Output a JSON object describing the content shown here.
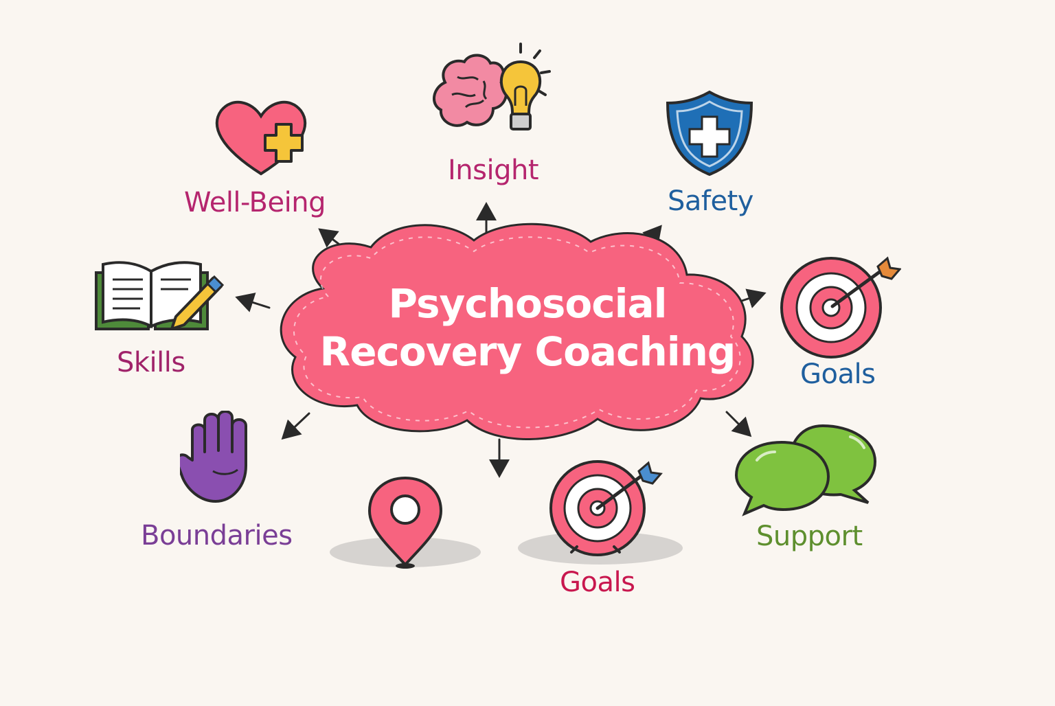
{
  "center": {
    "line1": "Psychosocial",
    "line2": "Recovery Coaching"
  },
  "nodes": [
    {
      "id": "well-being",
      "label": "Well-Being",
      "icon": "heart-plus-icon",
      "color": "#b5256e"
    },
    {
      "id": "insight",
      "label": "Insight",
      "icon": "brain-lightbulb-icon",
      "color": "#b5256e"
    },
    {
      "id": "safety",
      "label": "Safety",
      "icon": "shield-cross-icon",
      "color": "#1f5f9e"
    },
    {
      "id": "skills",
      "label": "Skills",
      "icon": "open-book-pencil-icon",
      "color": "#a0236a"
    },
    {
      "id": "goals-right",
      "label": "Goals",
      "icon": "target-arrow-icon",
      "color": "#1f5f9e"
    },
    {
      "id": "boundaries",
      "label": "Boundaries",
      "icon": "raised-hand-icon",
      "color": "#7a3e96"
    },
    {
      "id": "location",
      "label": "",
      "icon": "map-pin-icon",
      "color": "#ef5b7c"
    },
    {
      "id": "goals-bottom",
      "label": "Goals",
      "icon": "target-arrow-icon",
      "color": "#c8174e"
    },
    {
      "id": "support",
      "label": "Support",
      "icon": "speech-bubbles-icon",
      "color": "#5e8f2e"
    }
  ],
  "colors": {
    "cloud": "#f7637f",
    "background": "#faf6f1",
    "outline": "#2a2a2a"
  }
}
